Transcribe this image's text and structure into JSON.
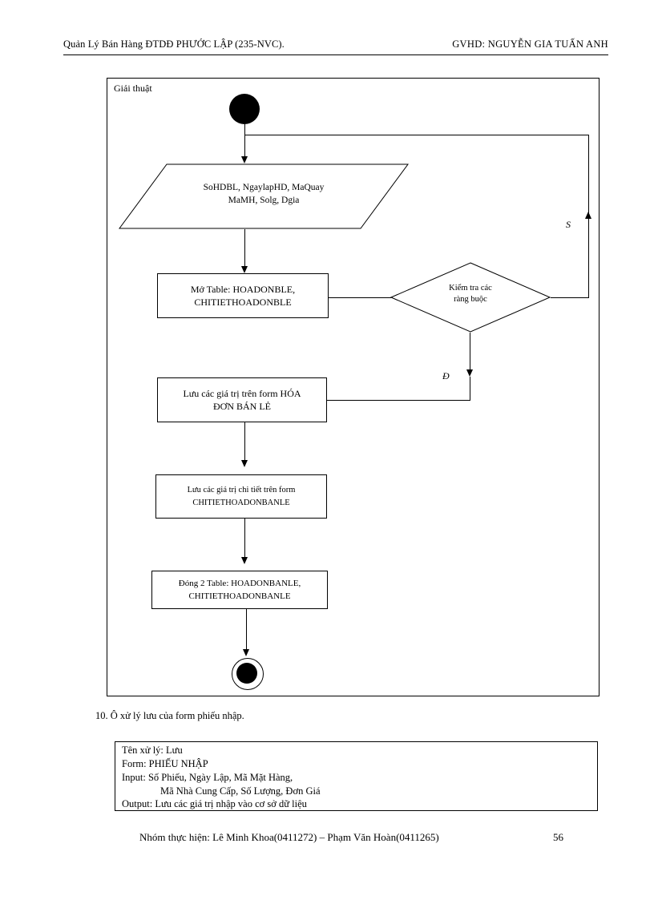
{
  "header": {
    "left": "Quản Lý Bán Hàng ĐTDĐ PHƯỚC LẬP (235-NVC).",
    "right": "GVHD:  NGUYỄN  GIA TUẤN ANH"
  },
  "diagram": {
    "frame_label": "Giải thuật",
    "nodes": {
      "start": "start-node",
      "input": {
        "line1": "SoHDBL,  NgaylapHD, MaQuay",
        "line2": "MaMH, Solg, Dgia"
      },
      "open_tables": {
        "line1": "Mở Table: HOADONBLE,",
        "line2": "CHITIETHOADONBLE"
      },
      "decision": {
        "line1": "Kiểm  tra các",
        "line2": "ràng buộc"
      },
      "save_master": {
        "line1": "Lưu các giá trị trên form HÓA",
        "line2": "ĐƠN BÁN LẺ"
      },
      "save_detail": {
        "line1": "Lưu các giá trị chi tiết trên form",
        "line2": "CHITIETHOADONBANLE"
      },
      "close_tables": {
        "line1": "Đóng 2 Table: HOADONBANLE,",
        "line2": "CHITIETHOADONBANLE"
      },
      "end": "end-node"
    },
    "branch_labels": {
      "false_label": "S",
      "true_label": "Đ"
    }
  },
  "caption": "10.  Ô xử lý lưu của form  phiếu nhập.",
  "spec": {
    "line0": "Tên xử lý:  Lưu",
    "line1": "Form:  PHIẾU NHẬP",
    "line2": "Input:  Số Phiếu,  Ngày Lập,  Mã Mặt Hàng,",
    "line3": "Mã Nhà Cung Cấp, Số Lượng, Đơn Giá",
    "line4": "Output:  Lưu các giá trị nhập vào cơ sở dữ liệu"
  },
  "footer": {
    "text": "Nhóm thực hiện:  Lê Minh  Khoa(0411272) – Phạm  Văn Hoàn(0411265)",
    "page": "56"
  }
}
